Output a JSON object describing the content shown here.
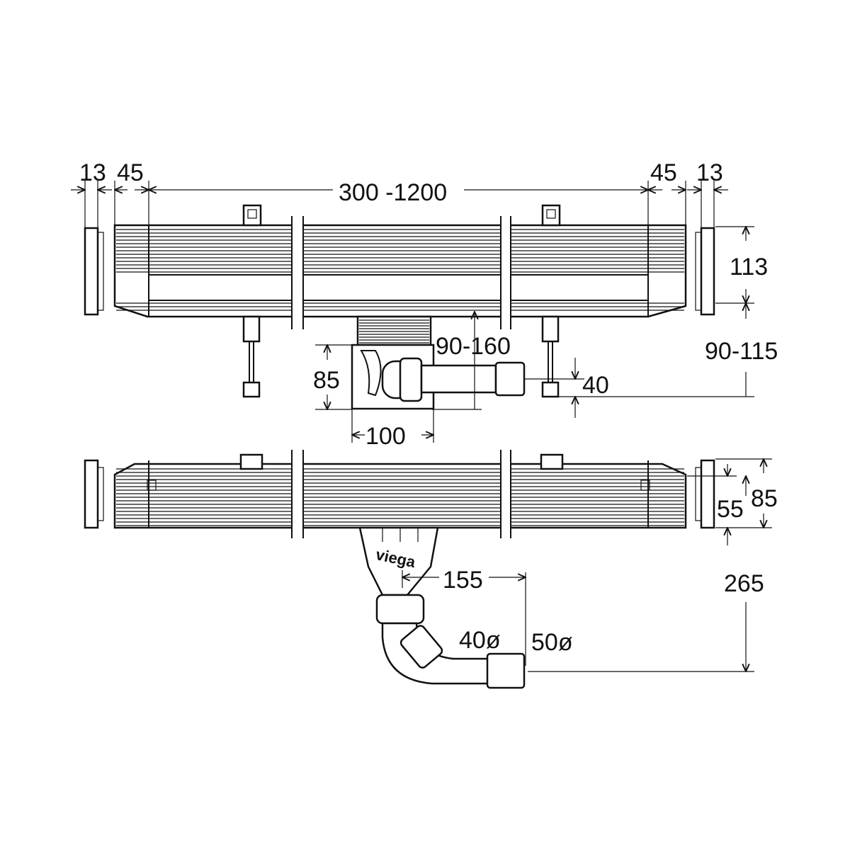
{
  "diagram": {
    "logo": "viega",
    "top_view": {
      "end_cap_left": "13",
      "end_left": "45",
      "length_range": "300 -1200",
      "end_right": "45",
      "end_cap_right": "13",
      "height": "113",
      "floor_height_range": "90-115",
      "outlet_height_range": "90-160",
      "outlet_height": "85",
      "pipe_offset": "40",
      "outlet_width": "100"
    },
    "side_view": {
      "height": "85",
      "inner_height": "55",
      "total_depth": "265",
      "outlet_offset": "155",
      "pipe_diameter_inner": "40ø",
      "pipe_diameter_outer": "50ø"
    }
  }
}
